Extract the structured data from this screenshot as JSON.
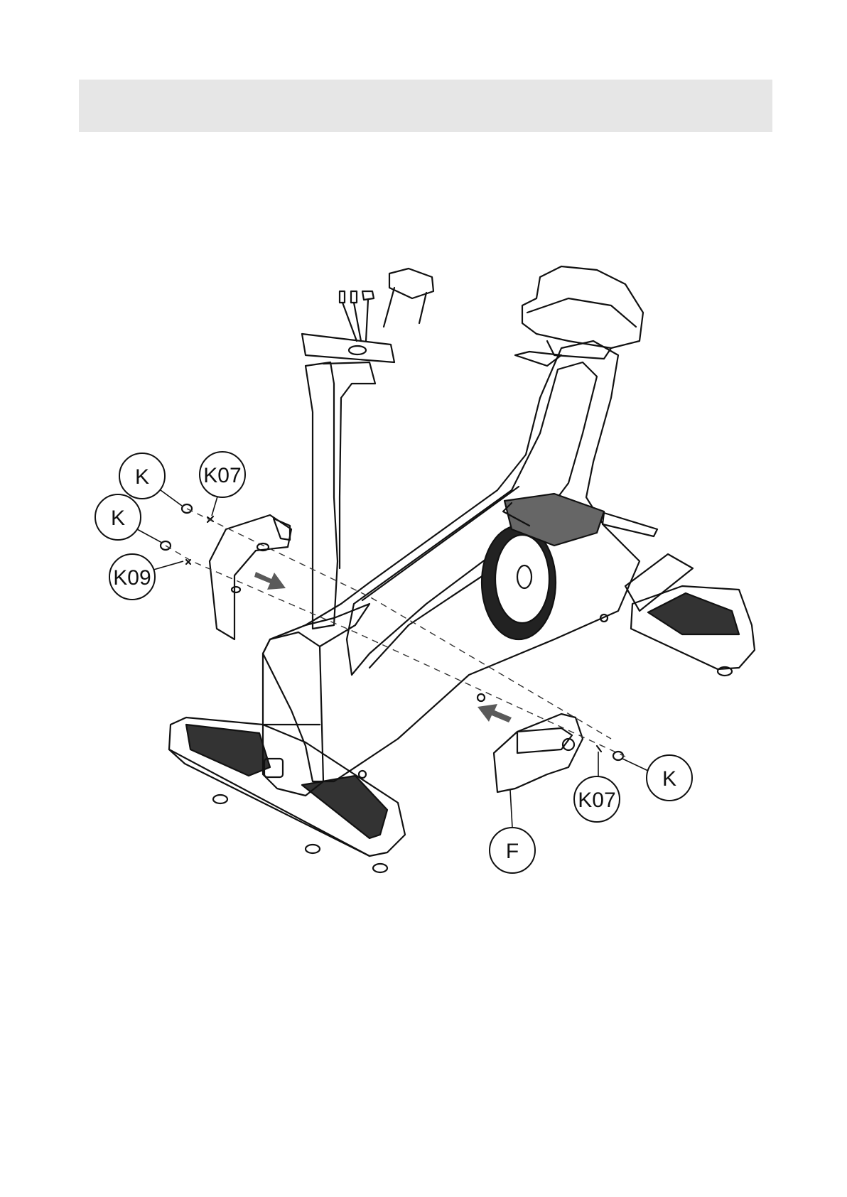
{
  "diagram": {
    "callouts": {
      "k_top": "K",
      "k07_top": "K07",
      "k_mid": "K",
      "k09": "K09",
      "k_right": "K",
      "k07_right": "K07",
      "f": "F"
    }
  },
  "colors": {
    "header_band": "#e6e6e6",
    "line": "#111111",
    "arrow": "#5a5a5a"
  }
}
